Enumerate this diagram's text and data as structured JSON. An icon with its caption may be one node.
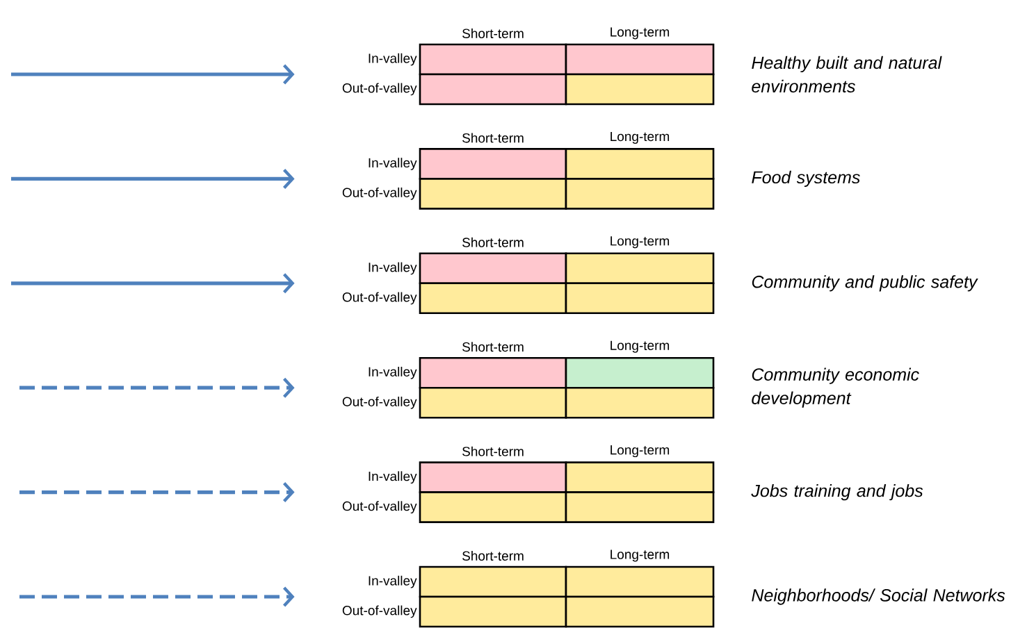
{
  "diagram": {
    "nodes": [
      {
        "text": [
          "Short-term",
          "Long-term",
          "In-valley",
          "Out-of-valley"
        ],
        "beside": [
          "Healthy built and natural environments"
        ]
      },
      {
        "text": [
          "Short-term",
          "Long-term",
          "In-valley",
          "Out-of-valley"
        ],
        "beside": [
          "Food systems"
        ]
      },
      {
        "text": [
          "Short-term",
          "Long-term",
          "In-valley",
          "Out-of-valley"
        ],
        "beside": [
          "Community and public safety"
        ]
      },
      {
        "text": [
          "Short-term",
          "Long-term",
          "In-valley",
          "Out-of-valley"
        ],
        "beside": [
          "Community economic development"
        ]
      },
      {
        "text": [
          "Short-term",
          "Long-term",
          "In-valley",
          "Out-of-valley"
        ],
        "beside": [
          "Jobs training and jobs"
        ]
      },
      {
        "text": [
          "Short-term",
          "Long-term",
          "In-valley",
          "Out-of-valley"
        ],
        "beside": [
          "Neighborhoods/ Social Networks"
        ]
      }
    ],
    "edges": [
      {
        "from": null,
        "to": 0,
        "arrow": "to"
      },
      {
        "from": null,
        "to": 1,
        "arrow": "to"
      },
      {
        "from": null,
        "to": 2,
        "arrow": "to"
      },
      {
        "from": null,
        "to": 3,
        "arrow": "to",
        "style": "dashed"
      },
      {
        "from": null,
        "to": 4,
        "arrow": "to",
        "style": "dashed"
      },
      {
        "from": null,
        "to": 5,
        "arrow": "to",
        "style": "dashed"
      }
    ]
  }
}
